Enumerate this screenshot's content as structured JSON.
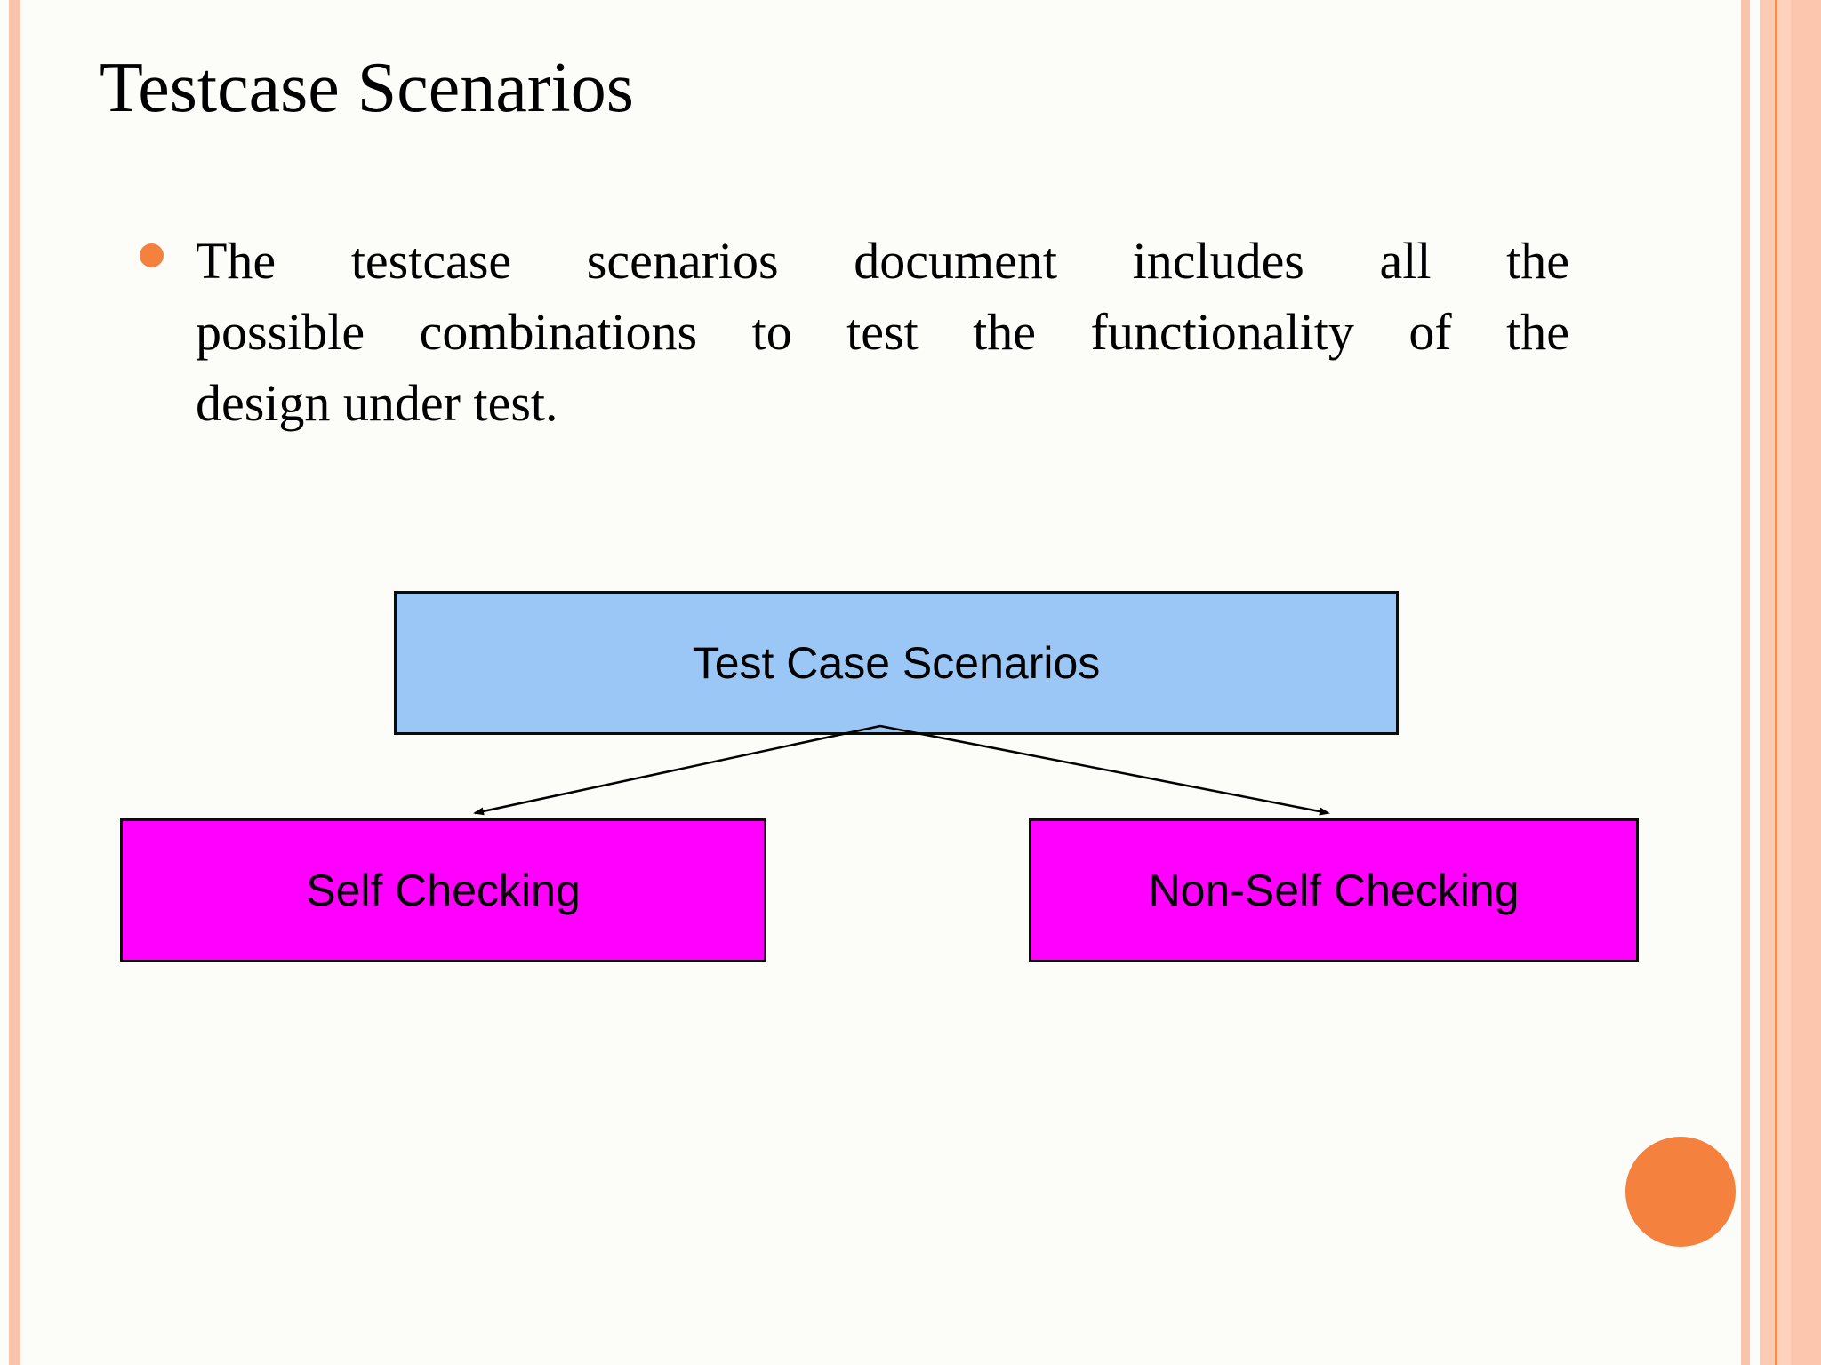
{
  "slide": {
    "title": "Testcase Scenarios",
    "bullet": {
      "lines": [
        "The testcase scenarios document includes all the",
        "possible combinations to test the functionality of the",
        "design under test."
      ],
      "full_text": "The testcase scenarios document includes all the possible combinations to test the functionality of the design under test."
    },
    "diagram": {
      "type": "hierarchy",
      "root": {
        "label": "Test Case Scenarios",
        "fill": "#9AC7F5"
      },
      "children": [
        {
          "label": "Self Checking",
          "fill": "#FF00FF"
        },
        {
          "label": "Non-Self Checking",
          "fill": "#FF00FF"
        }
      ],
      "connector_color": "#000000"
    },
    "decor": {
      "background": "#FCFDF8",
      "text_color": "#000000",
      "bullet_color": "#F5813E",
      "circle_color": "#F5813E",
      "left_stripe_color": "#FAC3AB",
      "right_stripe_color": "#FAC3AB",
      "right_band_colors": [
        "#FCCBB3",
        "#EF8F4F",
        "#FDD2BC",
        "#FBC6AD"
      ]
    }
  }
}
